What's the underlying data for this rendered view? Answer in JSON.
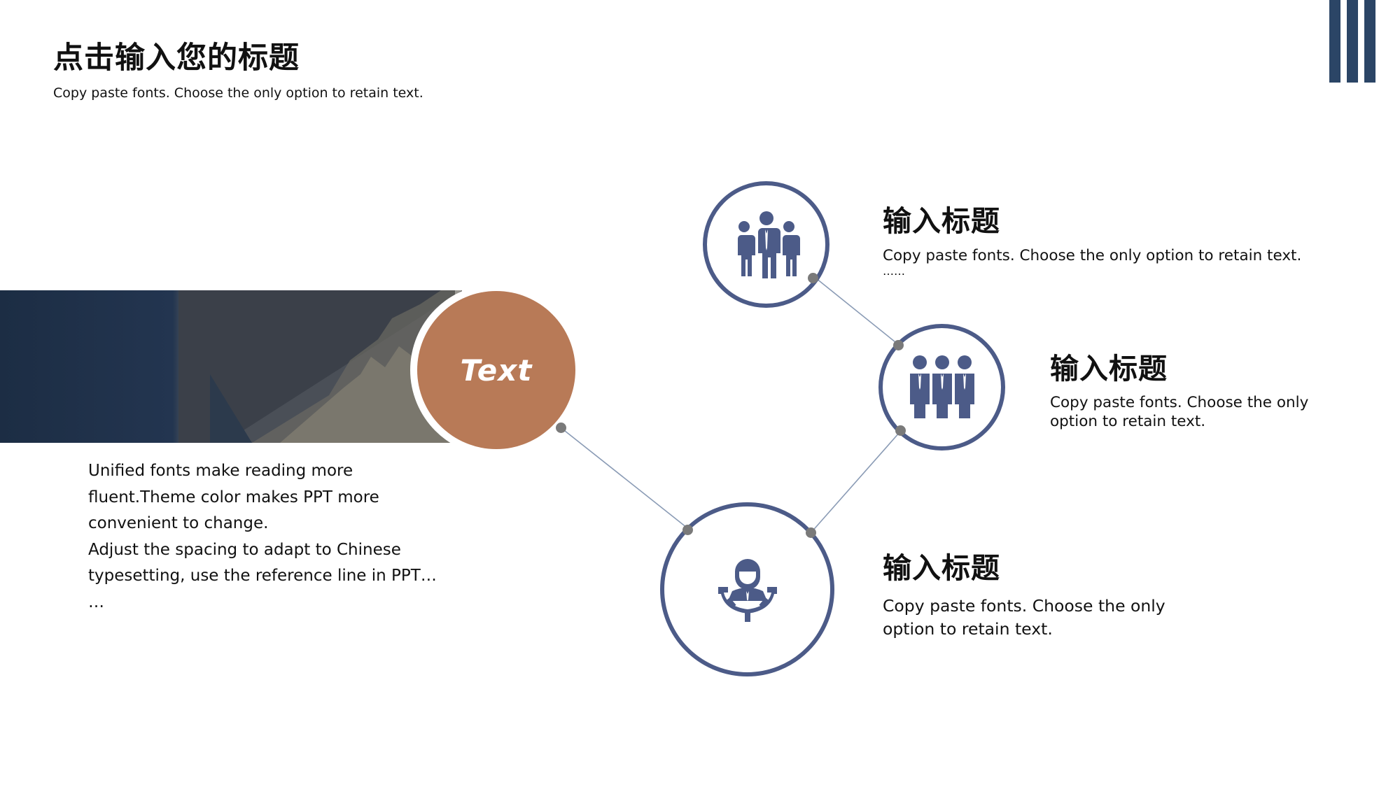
{
  "header": {
    "title": "点击输入您的标题",
    "subtitle": "Copy paste fonts. Choose the only option to retain text."
  },
  "center": {
    "label": "Text"
  },
  "body_lines": [
    "Unified fonts make reading more",
    "fluent.Theme color makes PPT more",
    "convenient to change.",
    "Adjust the spacing to adapt to Chinese",
    "typesetting, use the reference line in PPT…",
    "…"
  ],
  "items": [
    {
      "icon": "team-icon",
      "title": "输入标题",
      "desc_lines": [
        "Copy paste fonts. Choose the only option to retain text.",
        "……"
      ]
    },
    {
      "icon": "group-icon",
      "title": "输入标题",
      "desc_lines": [
        "Copy paste fonts. Choose the only",
        "option to retain text."
      ]
    },
    {
      "icon": "manager-icon",
      "title": "输入标题",
      "desc_lines": [
        "Copy paste fonts. Choose the only",
        "option to retain text."
      ]
    }
  ],
  "colors": {
    "accent": "#4c5b88",
    "brand_copper": "#b87a57",
    "deco_navy": "#2b4566",
    "connector": "#7a7a7a"
  }
}
